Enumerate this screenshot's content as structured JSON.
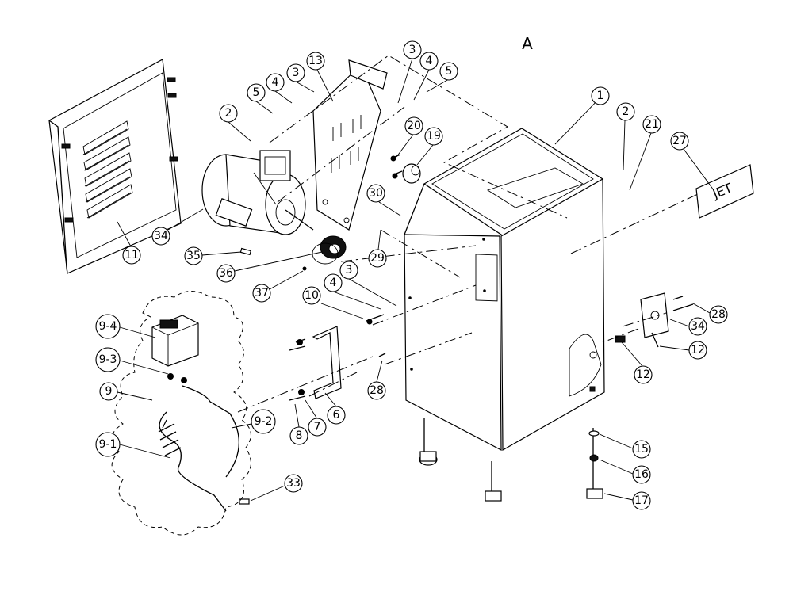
{
  "sheet_letter": "A",
  "brand_label": "JET",
  "callouts": [
    "1",
    "2",
    "2",
    "3",
    "3",
    "3",
    "4",
    "4",
    "4",
    "5",
    "5",
    "6",
    "7",
    "8",
    "9",
    "9-1",
    "9-2",
    "9-3",
    "9-4",
    "10",
    "11",
    "12",
    "12",
    "13",
    "15",
    "16",
    "17",
    "19",
    "20",
    "21",
    "27",
    "28",
    "28",
    "29",
    "30",
    "33",
    "34",
    "34",
    "35",
    "36",
    "37"
  ]
}
